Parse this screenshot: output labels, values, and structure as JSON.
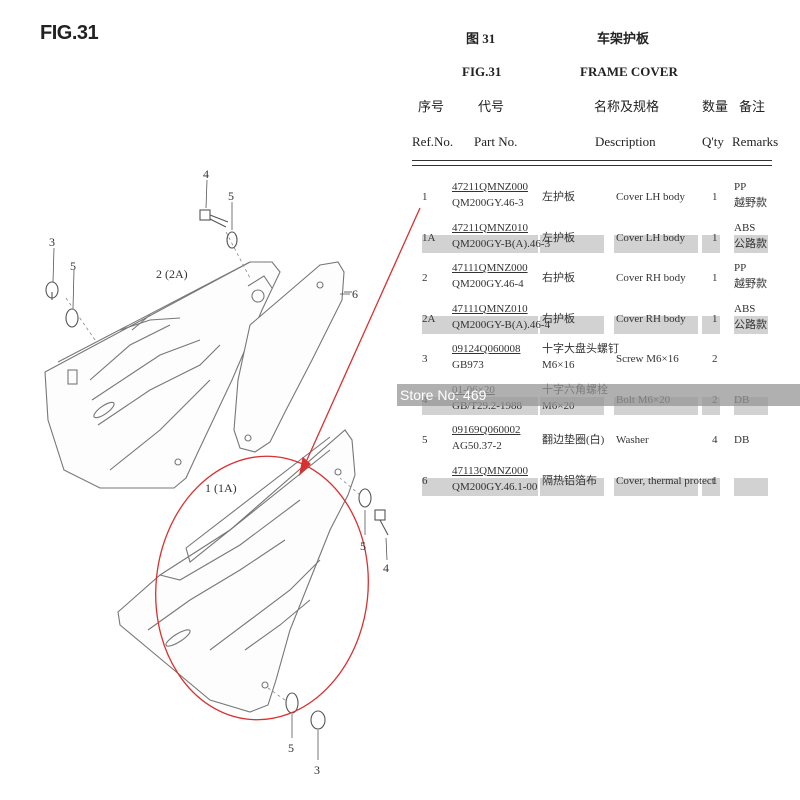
{
  "figure": {
    "fig_label": "FIG.31",
    "cn_fig": "图 31",
    "cn_title": "车架护板",
    "en_fig": "FIG.31",
    "en_title": "FRAME COVER"
  },
  "columns": {
    "cn": {
      "ref": "序号",
      "part": "代号",
      "desc": "名称及规格",
      "qty": "数量",
      "remarks": "备注"
    },
    "en": {
      "ref": "Ref.No.",
      "part": "Part No.",
      "desc": "Description",
      "qty": "Q'ty",
      "remarks": "Remarks"
    }
  },
  "parts": [
    {
      "ref": "1",
      "part1": "47211QMNZ000",
      "part2": "QM200GY.46-3",
      "cn1": "左护板",
      "cn2": "",
      "en": "Cover LH body",
      "qty": "1",
      "rem1": "PP",
      "rem2": "越野款",
      "shaded": false
    },
    {
      "ref": "1A",
      "part1": "47211QMNZ010",
      "part2": "QM200GY-B(A).46-3",
      "cn1": "左护板",
      "cn2": "",
      "en": "Cover LH body",
      "qty": "1",
      "rem1": "ABS",
      "rem2": "公路款",
      "shaded": true
    },
    {
      "ref": "2",
      "part1": "47111QMNZ000",
      "part2": "QM200GY.46-4",
      "cn1": "右护板",
      "cn2": "",
      "en": "Cover RH body",
      "qty": "1",
      "rem1": "PP",
      "rem2": "越野款",
      "shaded": false
    },
    {
      "ref": "2A",
      "part1": "47111QMNZ010",
      "part2": "QM200GY-B(A).46-4",
      "cn1": "右护板",
      "cn2": "",
      "en": "Cover RH body",
      "qty": "1",
      "rem1": "ABS",
      "rem2": "公路款",
      "shaded": true
    },
    {
      "ref": "3",
      "part1": "09124Q060008",
      "part2": "GB973",
      "cn1": "十字大盘头螺钉",
      "cn2": "M6×16",
      "en": "Screw M6×16",
      "qty": "2",
      "rem1": "",
      "rem2": "",
      "shaded": false
    },
    {
      "ref": "4",
      "part1": "01-06×20",
      "part2": "GB/T29.2-1988",
      "cn1": "十字六角螺栓",
      "cn2": "M6×20",
      "en": "Bolt M6×20",
      "qty": "2",
      "rem1": "DB",
      "rem2": "",
      "shaded": true
    },
    {
      "ref": "5",
      "part1": "09169Q060002",
      "part2": "AG50.37-2",
      "cn1": "翻边垫圈(白)",
      "cn2": "",
      "en": "Washer",
      "qty": "4",
      "rem1": "DB",
      "rem2": "",
      "shaded": false
    },
    {
      "ref": "6",
      "part1": "47113QMNZ000",
      "part2": "QM200GY.46.1-00",
      "cn1": "隔热铝箔布",
      "cn2": "",
      "en": "Cover, thermal protect",
      "qty": "1",
      "rem1": "",
      "rem2": "",
      "shaded": true
    }
  ],
  "watermark": {
    "text": "Store No: 469"
  },
  "callouts": {
    "c3_top": "3",
    "c5_top_left": "5",
    "c2": "2 (2A)",
    "c4_top": "4",
    "c5_top": "5",
    "c6": "6",
    "c1": "1 (1A)",
    "c5_right": "5",
    "c4_right": "4",
    "c5_bottom": "5",
    "c3_bottom": "3"
  }
}
